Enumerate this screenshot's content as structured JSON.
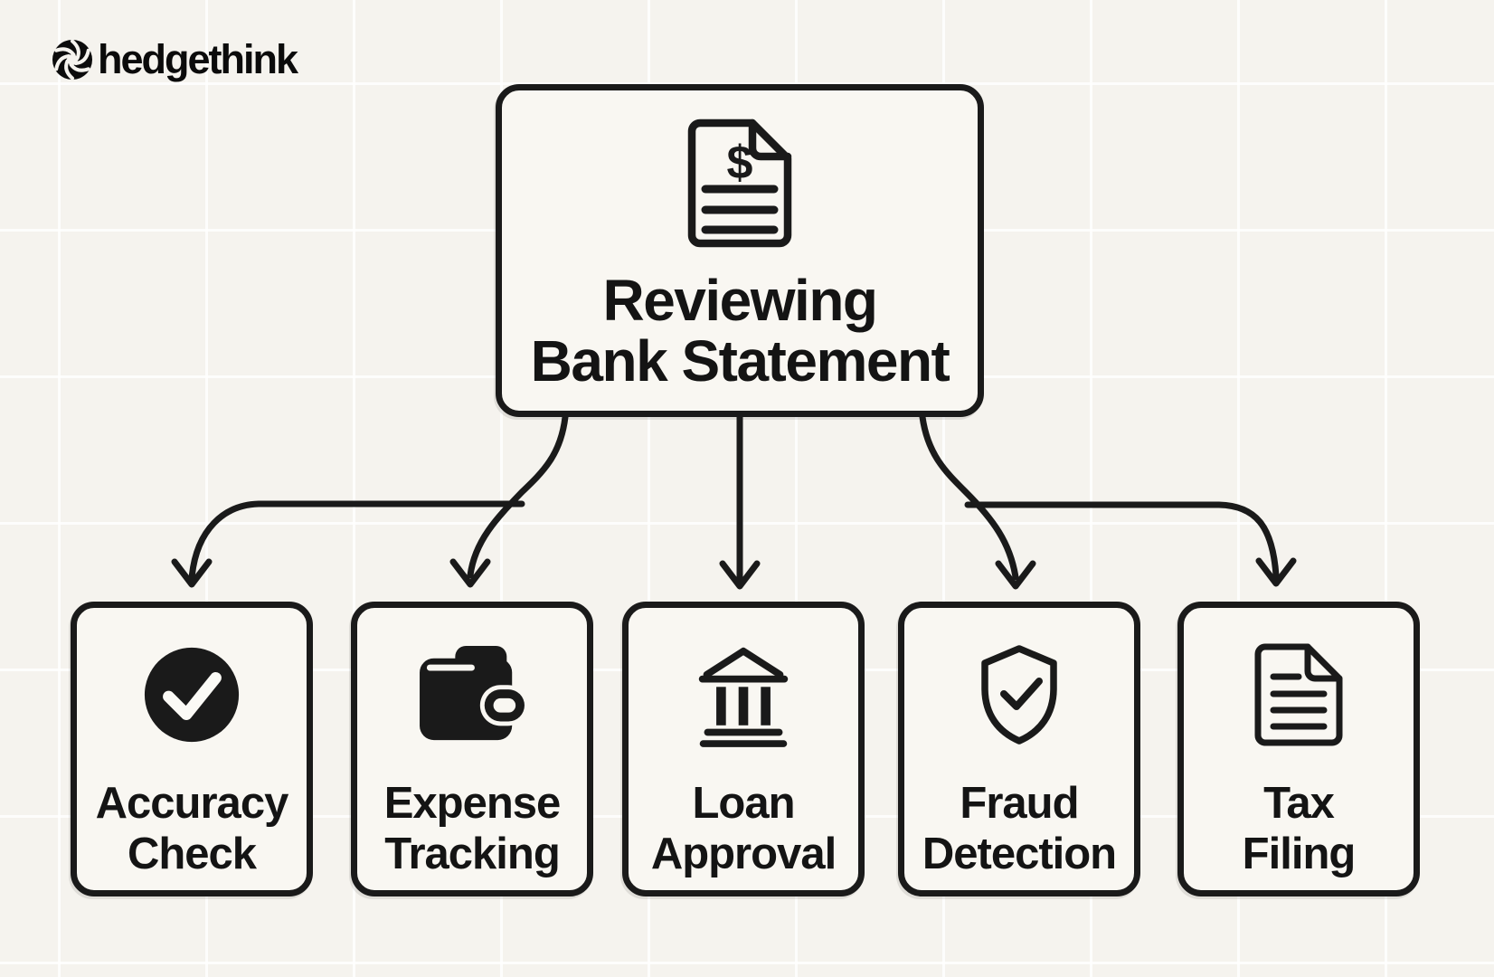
{
  "logo": {
    "text": "hedgethink"
  },
  "flowchart": {
    "root": {
      "icon": "dollar-document-icon",
      "icon_glyph": "$",
      "label": "Reviewing Bank Statement",
      "label_line1": "Reviewing",
      "label_line2": "Bank Statement"
    },
    "children": [
      {
        "icon": "check-circle-icon",
        "label": "Accuracy Check",
        "label_line1": "Accuracy",
        "label_line2": "Check"
      },
      {
        "icon": "wallet-icon",
        "label": "Expense Tracking",
        "label_line1": "Expense",
        "label_line2": "Tracking"
      },
      {
        "icon": "bank-icon",
        "label": "Loan Approval",
        "label_line1": "Loan",
        "label_line2": "Approval"
      },
      {
        "icon": "shield-check-icon",
        "label": "Fraud Detection",
        "label_line1": "Fraud",
        "label_line2": "Detection"
      },
      {
        "icon": "tax-document-icon",
        "label": "Tax Filing",
        "label_line1": "Tax",
        "label_line2": "Filing"
      }
    ],
    "edges": [
      {
        "from": "Reviewing Bank Statement",
        "to": "Accuracy Check"
      },
      {
        "from": "Reviewing Bank Statement",
        "to": "Expense Tracking"
      },
      {
        "from": "Reviewing Bank Statement",
        "to": "Loan Approval"
      },
      {
        "from": "Reviewing Bank Statement",
        "to": "Fraud Detection"
      },
      {
        "from": "Reviewing Bank Statement",
        "to": "Tax Filing"
      }
    ]
  },
  "colors": {
    "background": "#f5f3ee",
    "card_background": "#f9f7f2",
    "ink": "#1a1a1a"
  }
}
